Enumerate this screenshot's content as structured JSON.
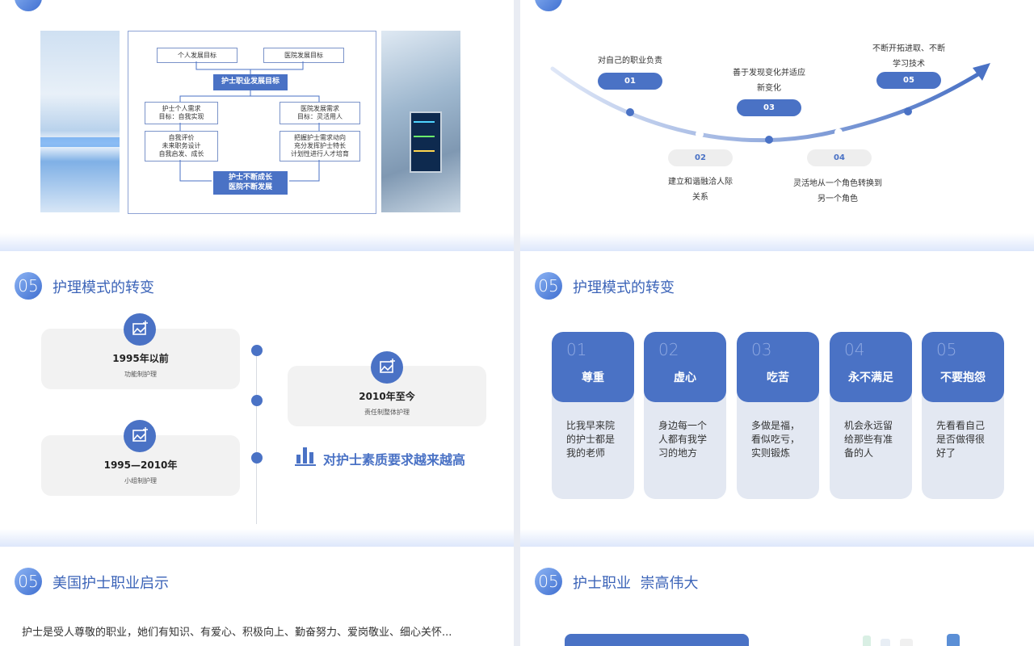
{
  "slide1": {
    "diagram": {
      "personal_goal": "个人发展目标",
      "hospital_goal": "医院发展目标",
      "center_goal": "护士职业发展目标",
      "personal_need": "护士个人需求\n目标：自我实现",
      "hospital_need": "医院发展需求\n目标：灵活用人",
      "personal_actions": "自我评价\n未来职务设计\n自我启发、成长",
      "hospital_actions": "把握护士需求动向\n充分发挥护士特长\n计划性进行人才培育",
      "result": "护士不断成长\n医院不断发展"
    }
  },
  "slide2": {
    "steps": [
      {
        "num": "01",
        "label": "对自己的职业负责"
      },
      {
        "num": "02",
        "label": "建立和谐融洽人际\n关系"
      },
      {
        "num": "03",
        "label": "善于发现变化并适应\n新变化"
      },
      {
        "num": "04",
        "label": "灵活地从一个角色转换到\n另一个角色"
      },
      {
        "num": "05",
        "label": "不断开拓进取、不断\n学习技术"
      }
    ],
    "colors": {
      "accent": "#4a72c5"
    }
  },
  "slide3": {
    "badge": "05",
    "title": "护理模式的转变",
    "stages": [
      {
        "title": "1995年以前",
        "sub": "功能制护理"
      },
      {
        "title": "2010年至今",
        "sub": "责任制整体护理"
      },
      {
        "title": "1995—2010年",
        "sub": "小组制护理"
      }
    ],
    "highlight": "对护士素质要求越来越高",
    "icons": [
      "image-icon",
      "bar-chart-icon"
    ]
  },
  "slide4": {
    "badge": "05",
    "title": "护理模式的转变",
    "cards": [
      {
        "num": "01",
        "title": "尊重",
        "text": "比我早来院\n的护士都是\n我的老师"
      },
      {
        "num": "02",
        "title": "虚心",
        "text": "身边每一个\n人都有我学\n习的地方"
      },
      {
        "num": "03",
        "title": "吃苦",
        "text": "多做是福，\n看似吃亏，\n实则锻炼"
      },
      {
        "num": "04",
        "title": "永不满足",
        "text": "机会永远留\n给那些有准\n备的人"
      },
      {
        "num": "05",
        "title": "不要抱怨",
        "text": "先看看自己\n是否做得很\n好了"
      }
    ]
  },
  "slide5": {
    "badge": "05",
    "title": "美国护士职业启示",
    "body": "护士是受人尊敬的职业，她们有知识、有爱心、积极向上、勤奋努力、爱岗敬业、细心关怀..."
  },
  "slide6": {
    "badge": "05",
    "title": "护士职业  崇高伟大"
  }
}
